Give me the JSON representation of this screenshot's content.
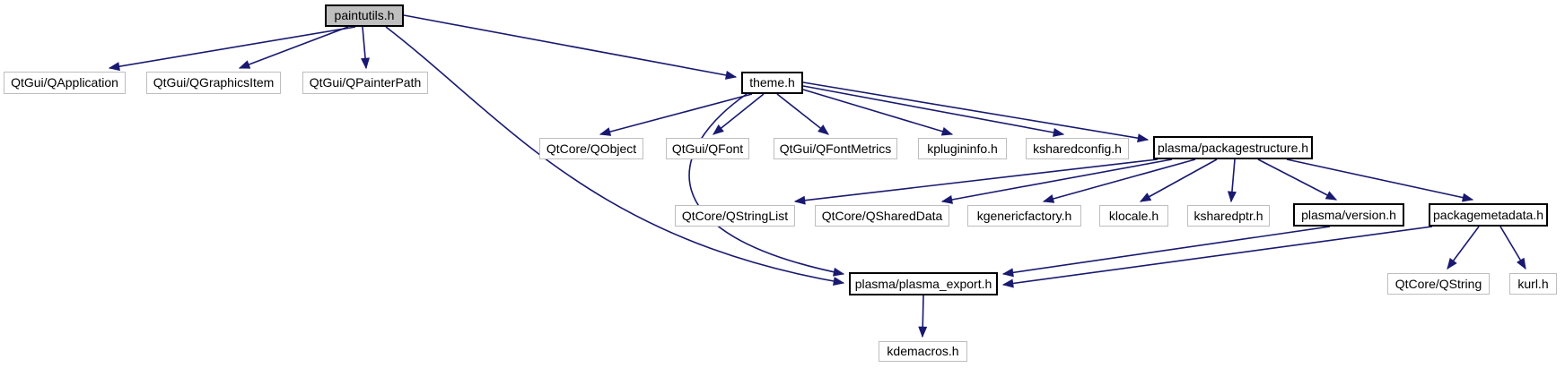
{
  "graph": {
    "kind": "include-dependency-graph",
    "root": "paintutils.h"
  },
  "colors": {
    "edge": "#191970",
    "leaf_border": "#bebebe",
    "linked_border": "#000000",
    "current_fill": "#bfbfbf",
    "background": "#ffffff"
  },
  "nodes": [
    {
      "id": "paintutils",
      "label": "paintutils.h",
      "type": "current"
    },
    {
      "id": "qapplication",
      "label": "QtGui/QApplication",
      "type": "leaf"
    },
    {
      "id": "qgraphicsitem",
      "label": "QtGui/QGraphicsItem",
      "type": "leaf"
    },
    {
      "id": "qpainterpath",
      "label": "QtGui/QPainterPath",
      "type": "leaf"
    },
    {
      "id": "theme",
      "label": "theme.h",
      "type": "linked"
    },
    {
      "id": "qobject",
      "label": "QtCore/QObject",
      "type": "leaf"
    },
    {
      "id": "qfont",
      "label": "QtGui/QFont",
      "type": "leaf"
    },
    {
      "id": "qfontmetrics",
      "label": "QtGui/QFontMetrics",
      "type": "leaf"
    },
    {
      "id": "kplugininfo",
      "label": "kplugininfo.h",
      "type": "leaf"
    },
    {
      "id": "ksharedconfig",
      "label": "ksharedconfig.h",
      "type": "leaf"
    },
    {
      "id": "packagestructure",
      "label": "plasma/packagestructure.h",
      "type": "linked"
    },
    {
      "id": "qstringlist",
      "label": "QtCore/QStringList",
      "type": "leaf"
    },
    {
      "id": "qshareddata",
      "label": "QtCore/QSharedData",
      "type": "leaf"
    },
    {
      "id": "kgenericfactory",
      "label": "kgenericfactory.h",
      "type": "leaf"
    },
    {
      "id": "klocale",
      "label": "klocale.h",
      "type": "leaf"
    },
    {
      "id": "ksharedptr",
      "label": "ksharedptr.h",
      "type": "leaf"
    },
    {
      "id": "version",
      "label": "plasma/version.h",
      "type": "linked"
    },
    {
      "id": "packagemetadata",
      "label": "packagemetadata.h",
      "type": "linked"
    },
    {
      "id": "plasma_export",
      "label": "plasma/plasma_export.h",
      "type": "linked"
    },
    {
      "id": "qstring",
      "label": "QtCore/QString",
      "type": "leaf"
    },
    {
      "id": "kurl",
      "label": "kurl.h",
      "type": "leaf"
    },
    {
      "id": "kdemacros",
      "label": "kdemacros.h",
      "type": "leaf"
    }
  ],
  "edges": [
    {
      "from": "paintutils",
      "to": "qapplication"
    },
    {
      "from": "paintutils",
      "to": "qgraphicsitem"
    },
    {
      "from": "paintutils",
      "to": "qpainterpath"
    },
    {
      "from": "paintutils",
      "to": "theme"
    },
    {
      "from": "paintutils",
      "to": "plasma_export"
    },
    {
      "from": "theme",
      "to": "qobject"
    },
    {
      "from": "theme",
      "to": "qfont"
    },
    {
      "from": "theme",
      "to": "qfontmetrics"
    },
    {
      "from": "theme",
      "to": "kplugininfo"
    },
    {
      "from": "theme",
      "to": "ksharedconfig"
    },
    {
      "from": "theme",
      "to": "packagestructure"
    },
    {
      "from": "theme",
      "to": "plasma_export"
    },
    {
      "from": "packagestructure",
      "to": "qstringlist"
    },
    {
      "from": "packagestructure",
      "to": "qshareddata"
    },
    {
      "from": "packagestructure",
      "to": "kgenericfactory"
    },
    {
      "from": "packagestructure",
      "to": "klocale"
    },
    {
      "from": "packagestructure",
      "to": "ksharedptr"
    },
    {
      "from": "packagestructure",
      "to": "version"
    },
    {
      "from": "packagestructure",
      "to": "packagemetadata"
    },
    {
      "from": "version",
      "to": "plasma_export"
    },
    {
      "from": "packagemetadata",
      "to": "plasma_export"
    },
    {
      "from": "packagemetadata",
      "to": "qstring"
    },
    {
      "from": "packagemetadata",
      "to": "kurl"
    },
    {
      "from": "plasma_export",
      "to": "kdemacros"
    }
  ]
}
